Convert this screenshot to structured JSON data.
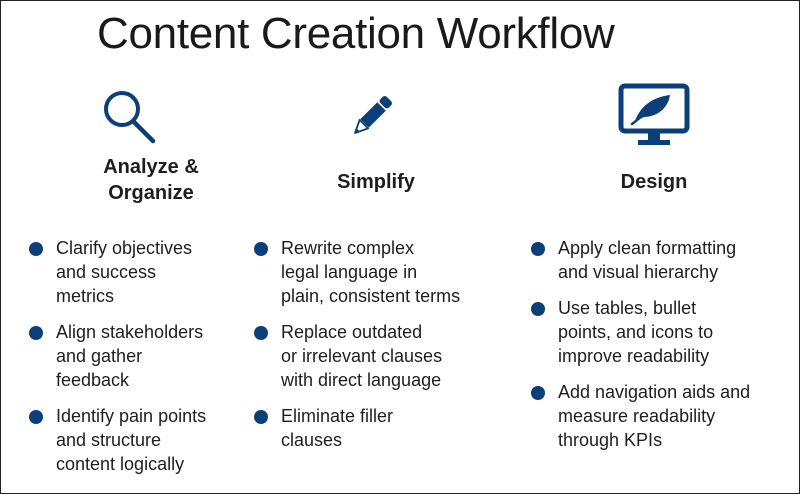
{
  "title": "Content Creation Workflow",
  "accent_color": "#0b3f7a",
  "columns": [
    {
      "icon": "magnifying-glass-icon",
      "heading_line1": "Analyze &",
      "heading_line2": "Organize",
      "bullets": [
        [
          "Clarify objectives",
          "and success",
          "metrics"
        ],
        [
          "Align stakeholders",
          "and gather",
          "feedback"
        ],
        [
          "Identify pain points",
          "and structure",
          "content logically"
        ]
      ]
    },
    {
      "icon": "pencil-icon",
      "heading_line1": "Simplify",
      "bullets": [
        [
          "Rewrite complex",
          "legal language in",
          "plain, consistent terms"
        ],
        [
          "Replace outdated",
          "or irrelevant clauses",
          "with direct language"
        ],
        [
          "Eliminate filler",
          "clauses"
        ]
      ]
    },
    {
      "icon": "monitor-feather-icon",
      "heading_line1": "Design",
      "bullets": [
        [
          "Apply clean formatting",
          "and visual hierarchy"
        ],
        [
          "Use tables, bullet",
          "points, and icons to",
          "improve readability"
        ],
        [
          "Add navigation aids and",
          "measure readability",
          "through KPIs"
        ]
      ]
    }
  ]
}
